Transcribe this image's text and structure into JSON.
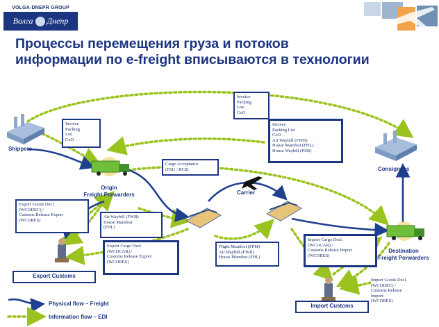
{
  "logo": {
    "group": "VOLGA-DNEPR GROUP",
    "left_word": "Волга",
    "right_word": "Днепр"
  },
  "title": {
    "line1": "Процессы перемещения груза и потоков",
    "line2": "информации по e-freight вписываются в технологии"
  },
  "nodes": {
    "shippers": "Shippers",
    "origin_ff": [
      "Origin",
      "Freight Porwarders"
    ],
    "carrier": "Carrier",
    "consignees": "Consignees",
    "dest_ff": [
      "Destination",
      "Freight Porwarders"
    ],
    "export_customs": "Export Customs",
    "import_customs": "Import Customs"
  },
  "docs": {
    "top_invoice": [
      "Invoice",
      "Packing",
      "List",
      "CoO"
    ],
    "shipper_invoice": [
      "Invoice",
      "Packing",
      "List",
      "CoO"
    ],
    "consignee_docs": [
      "Invoice",
      "Packing List",
      "CoO",
      "Air Waybill (FWB)",
      "House Manifest (FHL)",
      "House Waybill (FZB)"
    ],
    "cargo_accept": [
      "Cargo Acceptance",
      "(FSU / RCS)"
    ],
    "export_goods": [
      "Export Goods Decl.",
      "(WCODEC) /",
      "Customs Release Export",
      "(WCORES)"
    ],
    "awb_house": [
      "Air Waybill (FWB)",
      "House Manifest",
      "(FHL)"
    ],
    "export_cargo": [
      "Export Cargo Decl.",
      "(WCOCAR) /",
      "Customs Release Export",
      "(WCORES)"
    ],
    "flight_manifest": [
      "Flight Manifest (FFM)",
      "Air Waybill (FWB)",
      "House Manifest (FHL)"
    ],
    "import_cargo": [
      "Import Cargo Decl.",
      "(WCOCAR) /",
      "Customs Release Import",
      "(WCORES)"
    ],
    "import_goods": [
      "Import Goods Decl.",
      "(WCODEC) /",
      "Customs Release",
      "Import",
      "(WCORES)"
    ]
  },
  "legend": {
    "physical": "Physical flow – Freight",
    "information": "Information flow – EDI"
  },
  "colors": {
    "navy": "#1c3580",
    "edi_green": "#9bc31f",
    "freight_blue": "#1f3f8f"
  }
}
